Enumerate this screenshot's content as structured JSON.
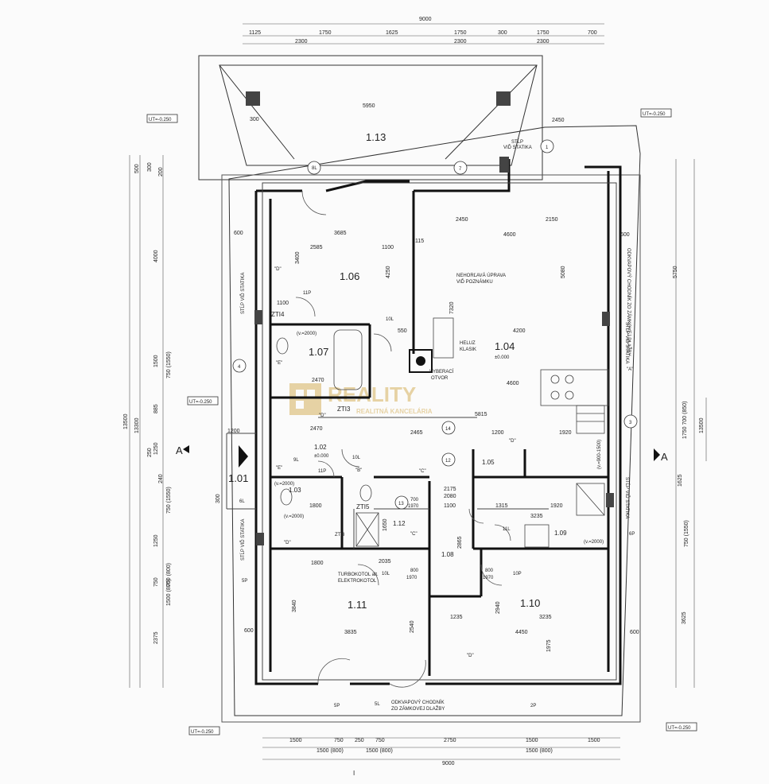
{
  "watermark": {
    "brand": "REALITY",
    "subtitle": "REALITNÁ KANCELÁRIA",
    "color": "#e0c588"
  },
  "levels": {
    "top_left": "UT=-0.250",
    "top_right": "UT=-0.250",
    "left_mid": "UT=-0.250",
    "bottom_left": "UT=-0.250",
    "bottom_right": "UT=-0.250"
  },
  "rooms": {
    "r113": "1.13",
    "r106": "1.06",
    "r104": "1.04",
    "r104_level": "±0.000",
    "r107": "1.07",
    "r102": "1.02",
    "r102_level": "±0.000",
    "r101": "1.01",
    "r103": "1.03",
    "r112": "1.12",
    "r105": "1.05",
    "r108": "1.08",
    "r109": "1.09",
    "r111": "1.11",
    "r110": "1.10"
  },
  "top_dims": {
    "total": "9000",
    "row1": [
      "1125",
      "1750",
      "1625",
      "1750",
      "300",
      "1750",
      "700"
    ],
    "row2": [
      "2300",
      "2300",
      "2300"
    ]
  },
  "bottom_dims": {
    "row1": [
      "1500",
      "750",
      "250",
      "750",
      "2750",
      "1500",
      "1500"
    ],
    "row2": [
      "1500 (800)",
      "1500 (800)",
      "1500 (800)"
    ],
    "total": "9000"
  },
  "left_dims": {
    "outer": [
      "13500",
      "13300"
    ],
    "inner": [
      "4000",
      "1500",
      "885",
      "1250",
      "1250",
      "750",
      "2375"
    ],
    "paren": [
      "750 (1550)",
      "750 (1550)",
      "1500 (800)",
      "750 (800)"
    ],
    "small": [
      "500",
      "300",
      "200",
      "250",
      "240",
      "300"
    ]
  },
  "right_dims": {
    "outer": [
      "5750",
      "1625",
      "3625"
    ],
    "paren": [
      "1750 700 (850)",
      "13500",
      "750 (1550)"
    ]
  },
  "interior_dims": {
    "d5950": "5950",
    "d2450a": "2450",
    "d2450b": "2450",
    "d2150": "2150",
    "d3685": "3685",
    "d4600a": "4600",
    "d2585": "2585",
    "d1100a": "1100",
    "d4200": "4200",
    "d4600b": "4600",
    "d5815": "5815",
    "d2470a": "2470",
    "d2470b": "2470",
    "d2465": "2465",
    "d1200a": "1200",
    "d1200b": "1200",
    "d1920a": "1920",
    "d1315": "1315",
    "d1920b": "1920",
    "d3235a": "3235",
    "d1800a": "1800",
    "d1800b": "1800",
    "d2035": "2035",
    "d3835": "3835",
    "d4450": "4450",
    "d3235b": "3235",
    "d1235": "1235",
    "d2175": "2175",
    "d2080": "2080",
    "d1100b": "1100",
    "d1100c": "1100",
    "d550": "550",
    "d600a": "600",
    "d600b": "600",
    "d600c": "600",
    "d600d": "600",
    "d300": "300",
    "d115": "115",
    "d3840": "3840",
    "d2540": "2540",
    "d2940": "2940",
    "d2865": "2865",
    "d1975": "1975",
    "d5080": "5080",
    "d4250": "4250",
    "d3400": "3400",
    "d7320": "7320",
    "d1650": "1650"
  },
  "doors": {
    "d11p_a": "11P",
    "d11p_b": "11P",
    "d10l_a": "10L",
    "d10l_b": "10L",
    "d10l_c": "10L",
    "d10p": "10P",
    "d11l": "11L",
    "d9l": "9L",
    "d8l": "8L",
    "d6l": "6L",
    "d6p": "6P",
    "d5p_a": "5P",
    "d5p_b": "5P",
    "d5l": "5L",
    "d2p": "2P",
    "d800a": "800",
    "d1970a": "1970",
    "d800b": "800",
    "d1970b": "1970",
    "d700": "700",
    "d1970c": "1970"
  },
  "axes": {
    "a1": "1",
    "a3": "3",
    "a4": "4",
    "a7": "7",
    "a12": "12",
    "a13": "13",
    "a14": "14"
  },
  "section_marks": {
    "left": "A",
    "right": "A"
  },
  "zone_marks": {
    "d1": "\"D\"",
    "d2": "\"D\"",
    "d3": "\"D\"",
    "d4": "\"D\"",
    "e1": "\"E\"",
    "e2": "\"E\"",
    "b1": "\"B\"",
    "c1": "\"C\"",
    "c2": "\"C\"",
    "a1": "\"A\""
  },
  "annotations": {
    "stlp_top": "STĹP",
    "stlp_top2": "VIĎ STATIKA",
    "nehorlava1": "NEHORĽAVÁ ÚPRAVA",
    "nehorlava2": "VIĎ POZNÁMKU",
    "heluz1": "HELUZ",
    "heluz2": "KLASIK",
    "vyberaci1": "VYBERACÍ",
    "vyberaci2": "OTVOR",
    "turbo1": "TURBOKOTOL alt.",
    "turbo2": "ELEKTROKOTOL",
    "chodnik1": "ODKVAPOVÝ CHODNÍK",
    "chodnik2": "ZO ZÁMKOVEJ DLAŽBY",
    "chodnik_side": "ODKVAPOVÝ CHODNÍK ZO ZÁMKOVEJ DLAŽBY",
    "stlp_left": "STĹP VIĎ STATIKA",
    "stlp_right": "STĹP VIĎ STATIKA",
    "zti4": "ZTI4",
    "zti3a": "ZTI3",
    "zti3b": "ZTI3",
    "zti5": "ZTI5",
    "v2000a": "(v.=2000)",
    "v2000b": "(v.=2000)",
    "v2000c": "(v.=2000)",
    "v2000d": "(v.=2000)",
    "v900": "(v.=900-1500)"
  },
  "page_marker": "I"
}
